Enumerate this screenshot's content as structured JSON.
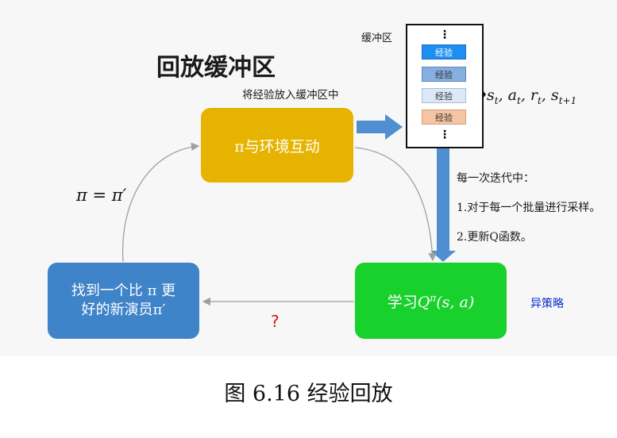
{
  "title": "回放缓冲区",
  "buffer": {
    "label": "缓冲区",
    "items": [
      {
        "label": "经验",
        "color": "#1e8ef0"
      },
      {
        "label": "经验",
        "color": "#86aee0"
      },
      {
        "label": "经验",
        "color": "#dce8f7"
      },
      {
        "label": "经验",
        "color": "#f5c4a2"
      }
    ],
    "dots": "⋮"
  },
  "put_label": "将经验放入缓冲区中",
  "tuple_label": "s_t, a_t, r_t, s_{t+1}",
  "loop": {
    "title": "每一次迭代中：",
    "step1": "1.对于每一个批量进行采样。",
    "step2": "2.更新Q函数。"
  },
  "boxes": {
    "env": "π与环境互动",
    "learn": "学习Q^π(s, a)",
    "find_line1": "找到一个比 π 更",
    "find_line2": "好的新演员π′"
  },
  "policy_update": "π = π′",
  "question": "?",
  "off_policy": "异策略",
  "caption": "图 6.16    经验回放",
  "colors": {
    "env_box": "#e6b400",
    "learn_box": "#18d12c",
    "find_box": "#3f83c8",
    "arrow_blue": "#4f8fd1",
    "off_policy_text": "#0b2ed1",
    "question_mark": "#e01010"
  }
}
